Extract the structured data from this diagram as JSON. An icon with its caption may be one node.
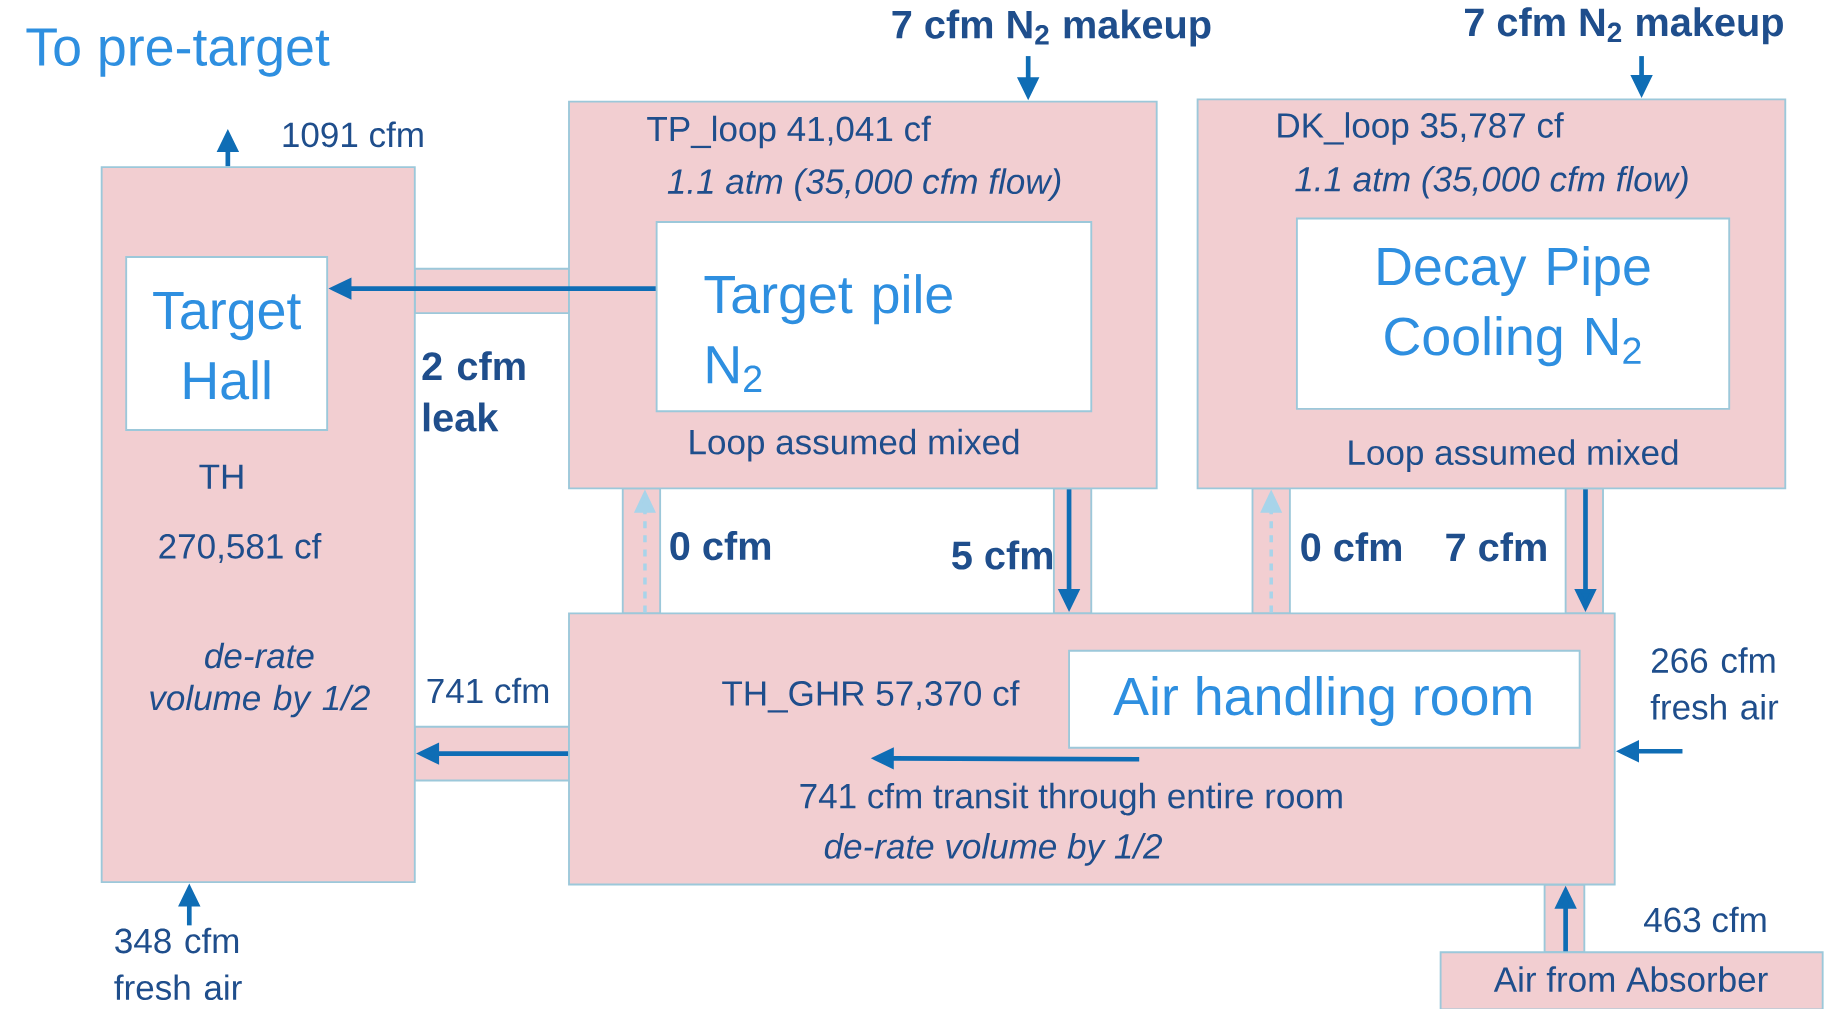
{
  "diagram": {
    "nodes": [
      {
        "text": [
          "TH",
          "270,581 cf",
          "de-rate volume by 1/2"
        ]
      },
      {
        "text": [
          "Target Hall"
        ],
        "in": 0
      },
      {
        "text": [
          "TP_loop 41,041 cf",
          "1.1 atm (35,000 cfm flow)",
          "Loop assumed mixed"
        ]
      },
      {
        "text": [
          "Target pile N$_{2}$"
        ],
        "in": 2
      },
      {
        "text": [
          "DK_loop 35,787 cf",
          "1.1 atm (35,000 cfm flow)",
          "Loop assumed mixed"
        ]
      },
      {
        "text": [
          "Decay Pipe Cooling N$_{2}$"
        ],
        "in": 4
      },
      {
        "text": [
          "TH_GHR 57,370 cf",
          "741 cfm transit through entire room",
          "de-rate volume by 1/2"
        ]
      },
      {
        "text": [
          "Air handling room"
        ],
        "in": 6
      },
      {
        "text": [
          "Air from Absorber"
        ]
      }
    ],
    "edges": [
      {
        "from": 0,
        "to": null,
        "arrow": "to",
        "label": "1091 cfm"
      },
      {
        "from": 3,
        "to": 1,
        "arrow": "to",
        "label": "2 cfm leak"
      },
      {
        "from": null,
        "to": 2,
        "arrow": "to",
        "label": "7 cfm N$_{2}$ makeup"
      },
      {
        "from": null,
        "to": 4,
        "arrow": "to",
        "label": "7 cfm N$_{2}$ makeup"
      },
      {
        "from": 6,
        "to": 2,
        "arrow": "to",
        "label": "0 cfm",
        "style": "dashed",
        "color": "#a8d4ea"
      },
      {
        "from": 2,
        "to": 6,
        "arrow": "to",
        "label": "5 cfm"
      },
      {
        "from": 6,
        "to": 4,
        "arrow": "to",
        "label": "0 cfm",
        "style": "dashed",
        "color": "#a8d4ea"
      },
      {
        "from": 4,
        "to": 6,
        "arrow": "to",
        "label": "7 cfm"
      },
      {
        "from": null,
        "to": 6,
        "arrow": "to",
        "label": "266 cfm fresh air"
      },
      {
        "from": 7,
        "to": null,
        "arrow": "to"
      },
      {
        "from": 6,
        "to": 0,
        "arrow": "to",
        "label": "741 cfm"
      },
      {
        "from": null,
        "to": 0,
        "arrow": "to",
        "label": "348 cfm fresh air"
      },
      {
        "from": 8,
        "to": 6,
        "arrow": "to",
        "label": "463 cfm"
      }
    ],
    "labels": [
      "To pre-target"
    ]
  }
}
